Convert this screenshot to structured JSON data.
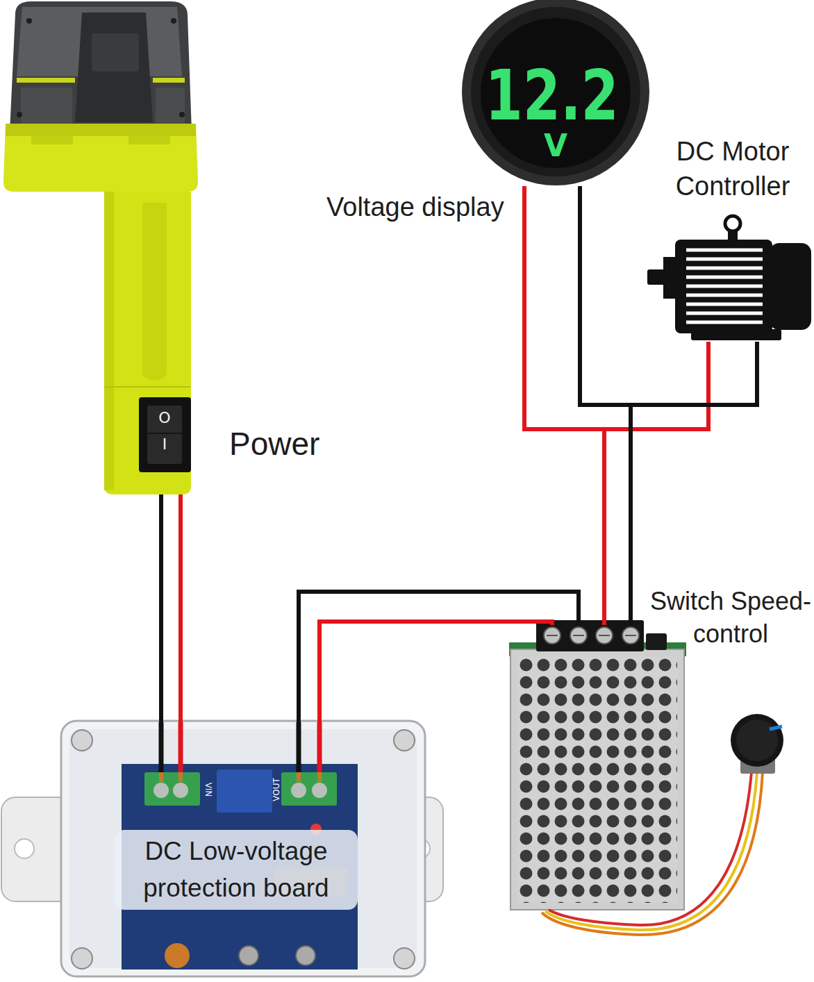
{
  "diagram": {
    "nodes": [
      {
        "text": [
          "Power"
        ]
      },
      {
        "text": [
          "Voltage display"
        ]
      },
      {
        "text": [
          "DC Motor Controller"
        ]
      },
      {
        "text": [
          "Switch Speed-control"
        ]
      },
      {
        "text": [
          "DC Low-voltage protection board"
        ]
      }
    ],
    "edges": [
      {
        "from": 0,
        "to": 4,
        "arrow": "none"
      },
      {
        "from": 0,
        "to": 4,
        "arrow": "none"
      },
      {
        "from": 4,
        "to": 3,
        "arrow": "none"
      },
      {
        "from": 4,
        "to": 3,
        "arrow": "none"
      },
      {
        "from": 1,
        "to": 3,
        "arrow": "none"
      },
      {
        "from": 1,
        "to": 3,
        "arrow": "none"
      },
      {
        "from": 2,
        "to": 3,
        "arrow": "none"
      },
      {
        "from": 2,
        "to": 3,
        "arrow": "none"
      }
    ],
    "labels": [
      "12.2",
      "V",
      "O",
      "I",
      "VIN",
      "VOUT"
    ]
  }
}
